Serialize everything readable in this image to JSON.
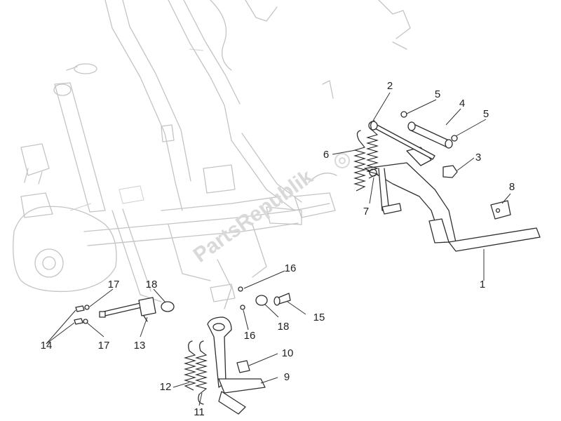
{
  "watermark": "PartsRepublik",
  "callouts": [
    {
      "id": "c1",
      "label": "1"
    },
    {
      "id": "c2",
      "label": "2"
    },
    {
      "id": "c3",
      "label": "3"
    },
    {
      "id": "c4",
      "label": "4"
    },
    {
      "id": "c5a",
      "label": "5"
    },
    {
      "id": "c5b",
      "label": "5"
    },
    {
      "id": "c6",
      "label": "6"
    },
    {
      "id": "c7",
      "label": "7"
    },
    {
      "id": "c8",
      "label": "8"
    },
    {
      "id": "c9",
      "label": "9"
    },
    {
      "id": "c10",
      "label": "10"
    },
    {
      "id": "c11",
      "label": "11"
    },
    {
      "id": "c12",
      "label": "12"
    },
    {
      "id": "c13",
      "label": "13"
    },
    {
      "id": "c14",
      "label": "14"
    },
    {
      "id": "c15",
      "label": "15"
    },
    {
      "id": "c16a",
      "label": "16"
    },
    {
      "id": "c16b",
      "label": "16"
    },
    {
      "id": "c17a",
      "label": "17"
    },
    {
      "id": "c17b",
      "label": "17"
    },
    {
      "id": "c18a",
      "label": "18"
    },
    {
      "id": "c18b",
      "label": "18"
    }
  ]
}
